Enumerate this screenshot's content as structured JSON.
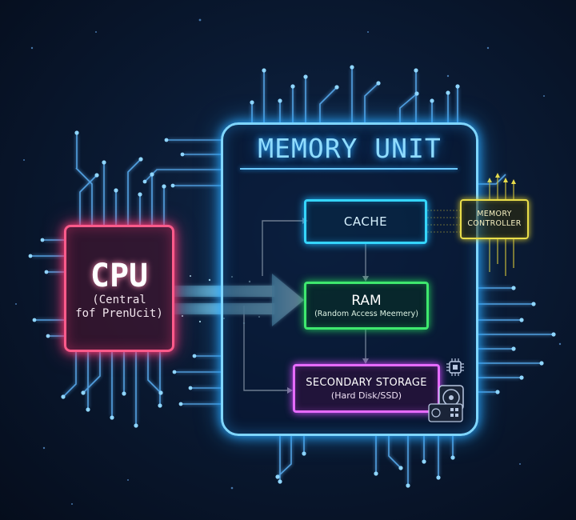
{
  "memory_unit": {
    "title": "MEMORY UNIT"
  },
  "cpu": {
    "title": "CPU",
    "subtitle_line1": "(Central",
    "subtitle_line2": "fof PrenUcit)"
  },
  "cache": {
    "label": "CACHE"
  },
  "ram": {
    "label": "RAM",
    "sublabel": "(Random Access Meemery)"
  },
  "secondary_storage": {
    "label": "SECONDARY STORAGE",
    "sublabel": "(Hard Disk/SSD)"
  },
  "memory_controller": {
    "label": "MEMORY\nCONTROLLER"
  },
  "colors": {
    "memory_unit": "#7fd6ff",
    "cpu": "#ff5a8a",
    "cache": "#35d5ff",
    "ram": "#3ee86e",
    "storage": "#e66bff",
    "controller": "#e9dd4a",
    "background": "#0a1a33"
  },
  "icons": [
    "chip-icon",
    "hard-disk-icon",
    "ssd-icon"
  ]
}
